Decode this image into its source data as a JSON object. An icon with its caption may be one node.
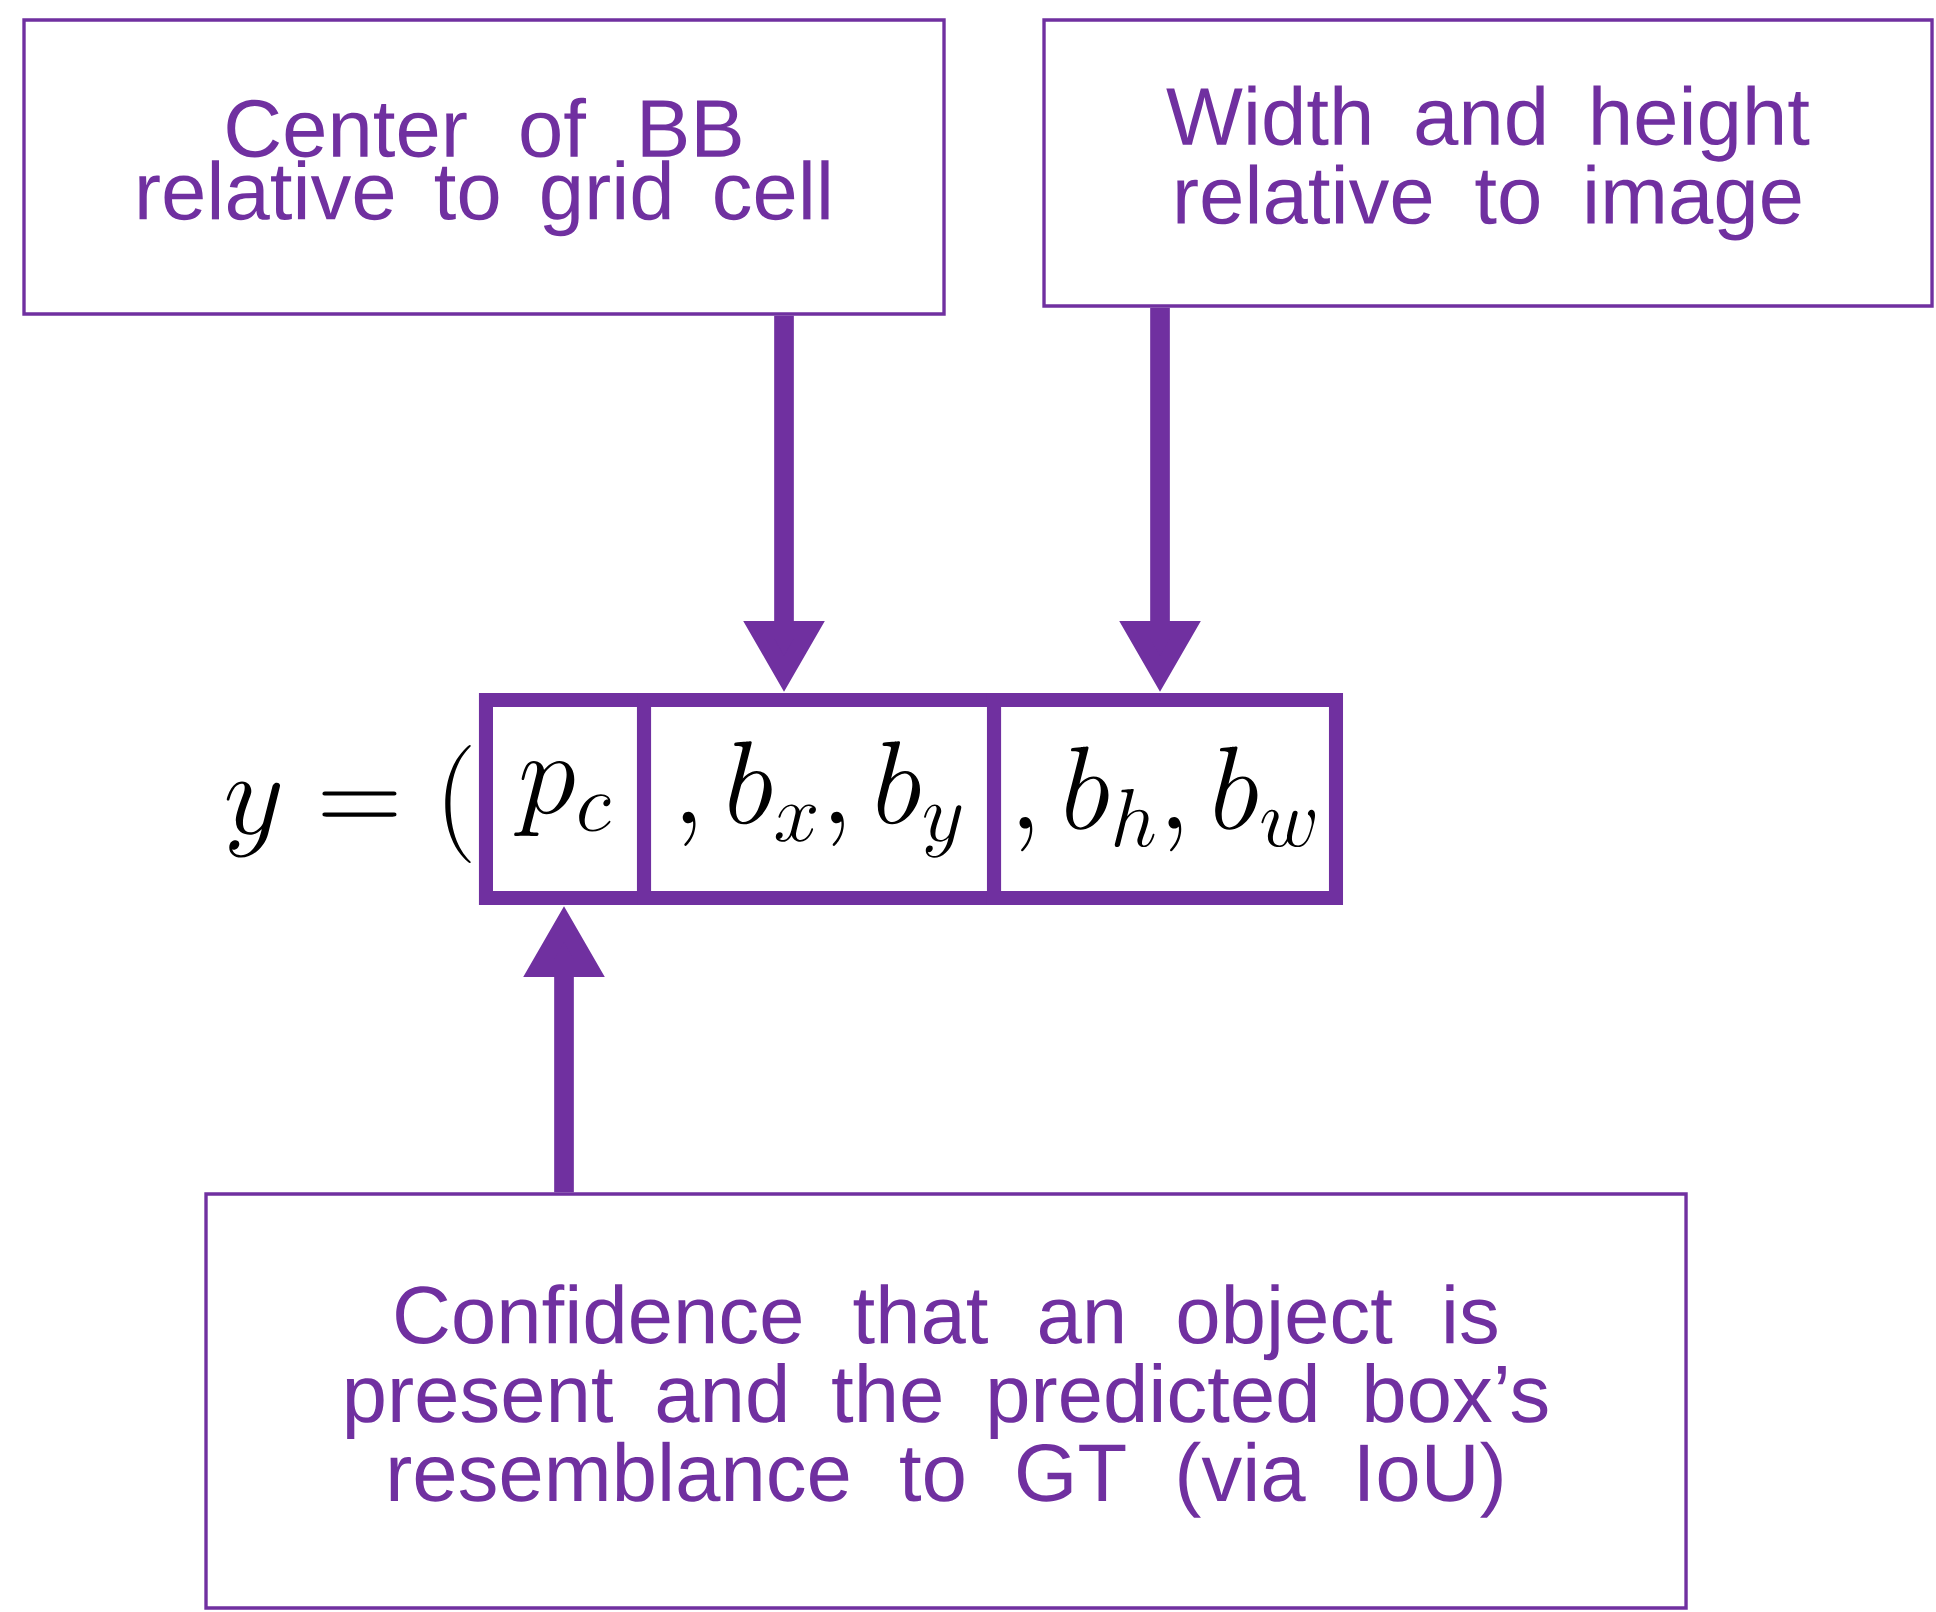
{
  "diagram": {
    "nodes": [
      {
        "text": [
          "Center of BB relative to grid cell"
        ]
      },
      {
        "text": [
          "Width and height relative to image"
        ]
      },
      {
        "text": [
          "Confidence that an object is present and the predicted box’s resemblance to GT (via IoU)"
        ]
      },
      {
        "text": [
          "p_c"
        ]
      },
      {
        "text": [
          ",b_x,b_y"
        ]
      },
      {
        "text": [
          ",b_h,b_w"
        ]
      }
    ],
    "edges": [
      {
        "from": 0,
        "to": 4,
        "arrow": "to"
      },
      {
        "from": 1,
        "to": 5,
        "arrow": "to"
      },
      {
        "from": 2,
        "to": 3,
        "arrow": "to"
      }
    ],
    "labels": [
      "y=("
    ]
  }
}
